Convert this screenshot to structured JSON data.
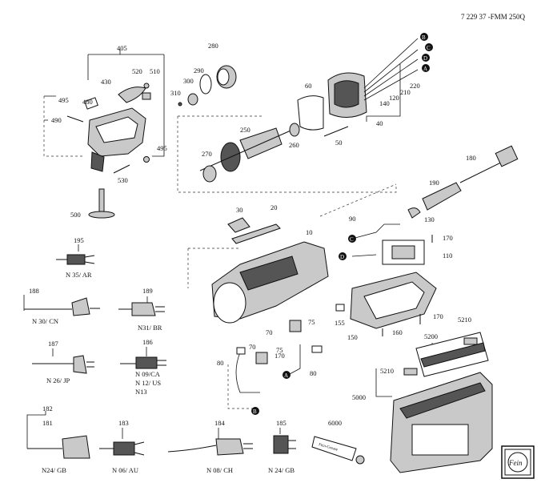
{
  "doc_id": "7 229 37 -FMM 250Q",
  "parts": [
    "405",
    "495",
    "520",
    "510",
    "430",
    "480",
    "490",
    "495b",
    "530",
    "500",
    "280",
    "290",
    "300",
    "310",
    "60",
    "250",
    "260",
    "270",
    "50",
    "B",
    "C",
    "D",
    "A",
    "140",
    "120",
    "210",
    "220",
    "40",
    "180",
    "190",
    "130",
    "170a",
    "110",
    "90",
    "30",
    "20",
    "10",
    "75",
    "70a",
    "75b",
    "70b",
    "80a",
    "80b",
    "170b",
    "155",
    "150",
    "160",
    "170c",
    "5210a",
    "5200",
    "5210b",
    "5000",
    "6000"
  ],
  "labels": {
    "p405": "405",
    "p495": "495",
    "p520": "520",
    "p510": "510",
    "p430": "430",
    "p480": "480",
    "p490": "490",
    "p495b": "495",
    "p530": "530",
    "p500": "500",
    "p280": "280",
    "p290": "290",
    "p300": "300",
    "p310": "310",
    "p60": "60",
    "p250": "250",
    "p260": "260",
    "p270": "270",
    "p50": "50",
    "p140": "140",
    "p120": "120",
    "p210": "210",
    "p220": "220",
    "p40": "40",
    "p180": "180",
    "p190": "190",
    "p130": "130",
    "p170a": "170",
    "p110": "110",
    "p90": "90",
    "p30": "30",
    "p20": "20",
    "p10": "10",
    "p75": "75",
    "p70a": "70",
    "p75b": "75",
    "p70b": "70",
    "p80a": "80",
    "p80b": "80",
    "p170b": "170",
    "p155": "155",
    "p150": "150",
    "p160": "160",
    "p170c": "170",
    "p5210a": "5210",
    "p5200": "5200",
    "p5210b": "5210",
    "p5000": "5000",
    "p6000": "6000",
    "p195": "195",
    "p188": "188",
    "p189": "189",
    "p187": "187",
    "p186": "186",
    "p182": "182",
    "p181": "181",
    "p183": "183",
    "p184": "184",
    "p185": "185"
  },
  "markers": {
    "B": "B",
    "C": "C",
    "D": "D",
    "A": "A",
    "C2": "C",
    "D2": "D",
    "A2": "A",
    "B2": "B"
  },
  "plug_variants": {
    "v195": "N 35/ AR",
    "v188": "N 30/ CN",
    "v189": "N31/ BR",
    "v187": "N 26/ JP",
    "v186a": "N 09/CA",
    "v186b": "N 12/ US",
    "v186c": "N13",
    "v182": "N24/ GB",
    "v183": "N 06/ AU",
    "v184": "N 08/ CH",
    "v185": "N 24/ GB"
  },
  "tube_text": "Fein-Grease",
  "logo_text": "Fein"
}
